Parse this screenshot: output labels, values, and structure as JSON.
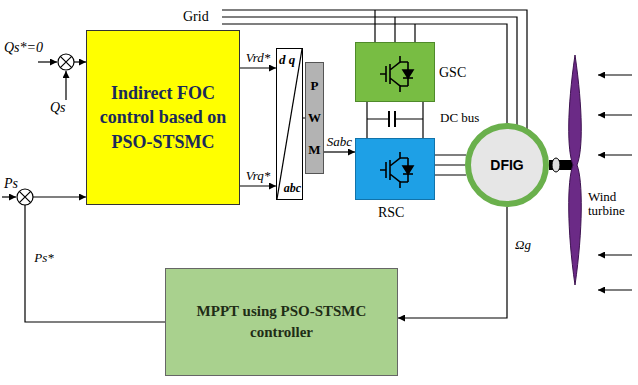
{
  "diagram": {
    "nodes": [
      {
        "text": [
          "Indirect FOC control based on PSO-STSMC"
        ]
      },
      {
        "text": [
          "d q",
          "abc"
        ]
      },
      {
        "text": [
          "P W M"
        ]
      },
      {
        "text": [
          "GSC"
        ]
      },
      {
        "text": [
          "RSC"
        ]
      },
      {
        "text": [
          "DFIG"
        ]
      },
      {
        "text": [
          "MPPT using PSO-STSMC controller"
        ]
      }
    ],
    "edges": [
      {
        "from": 0,
        "to": 1,
        "label": "Vrd*",
        "arrow": "to"
      },
      {
        "from": 0,
        "to": 1,
        "label": "Vrq*",
        "arrow": "to"
      },
      {
        "from": 1,
        "to": 2,
        "arrow": "none"
      },
      {
        "from": 2,
        "to": 4,
        "label": "Sabc",
        "arrow": "to"
      },
      {
        "from": 3,
        "to": 4,
        "arrow": "none"
      },
      {
        "from": 4,
        "to": 5,
        "arrow": "none"
      },
      {
        "from": 5,
        "to": 6,
        "label": "Ωg",
        "arrow": "to"
      },
      {
        "from": 6,
        "to": 0,
        "label": "Ps*",
        "arrow": "to"
      }
    ],
    "labels": [
      "Grid",
      "Qs*=0",
      "Qs",
      "Ps",
      "DC bus",
      "Wind turbine"
    ]
  }
}
